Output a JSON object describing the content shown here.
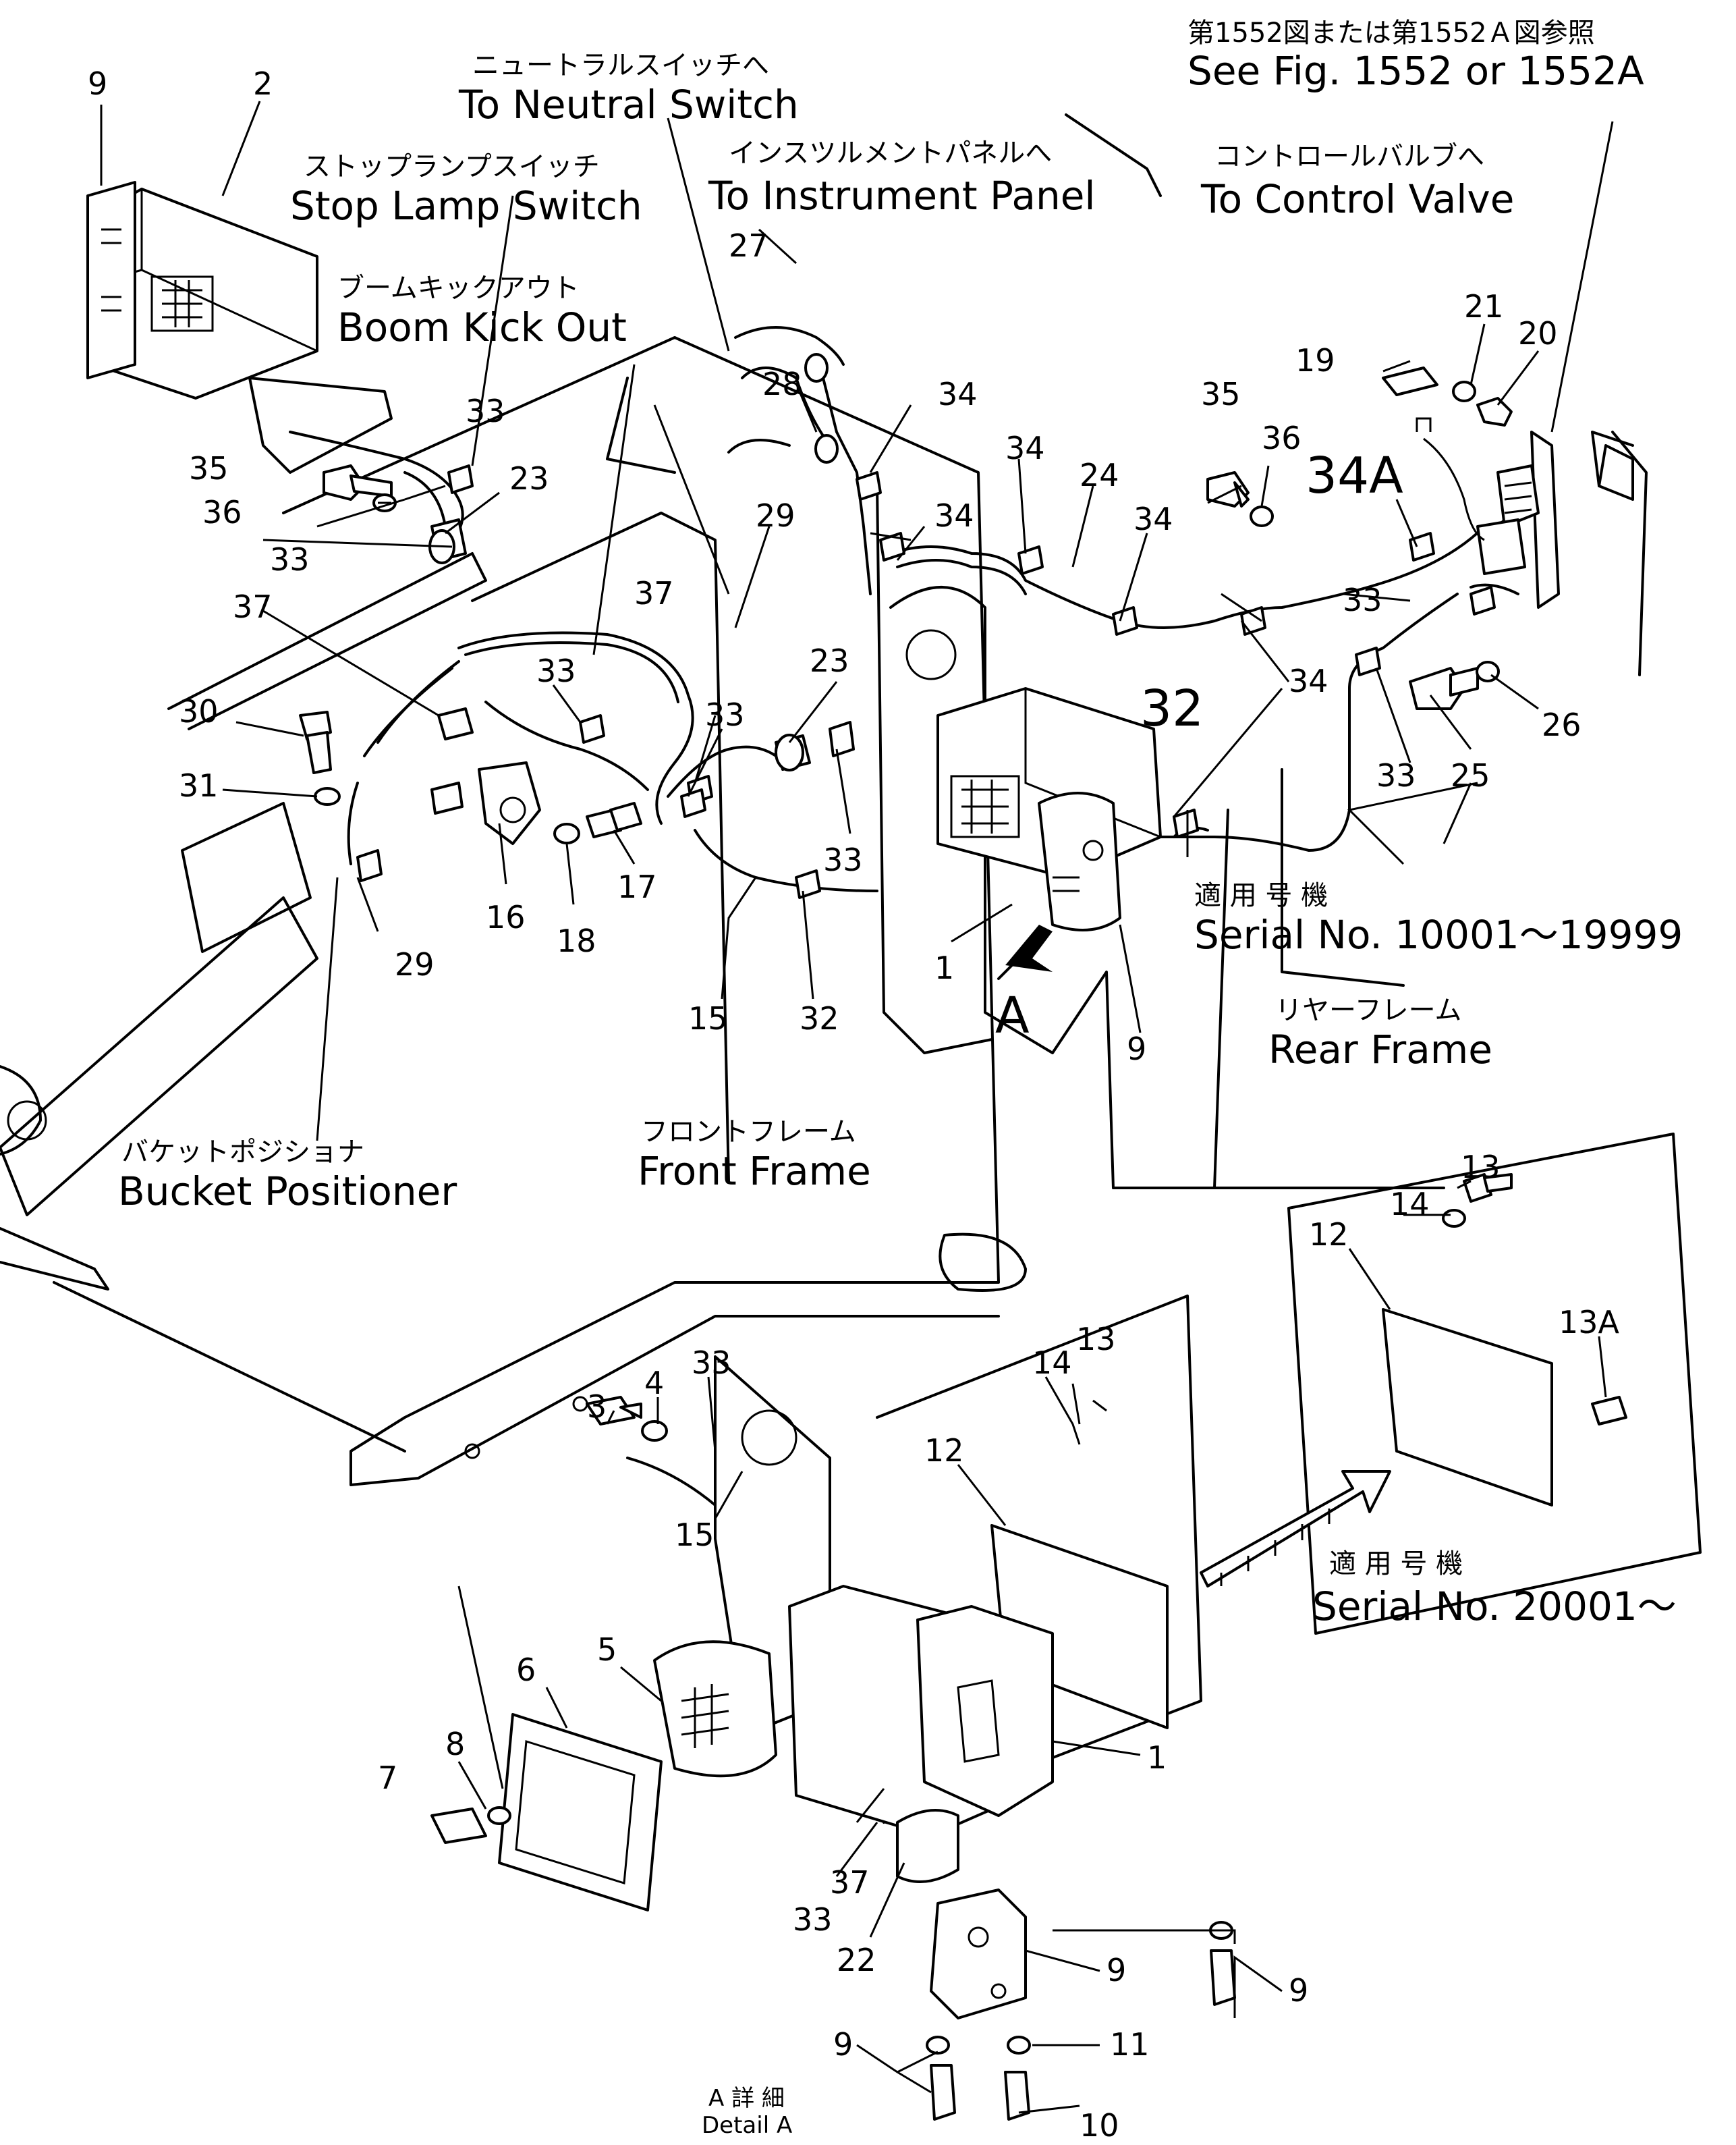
{
  "annotations": {
    "see_fig_jp": "第1552図または第1552Ａ図参照",
    "see_fig_en": "See  Fig.  1552  or  1552A",
    "neutral_jp": "ニュートラルスイッチへ",
    "neutral_en": "To Neutral Switch",
    "instrument_jp": "インスツルメントパネルへ",
    "instrument_en": "To Instrument Panel",
    "stop_lamp_jp": "ストップランプスイッチ",
    "stop_lamp_en": "Stop Lamp Switch",
    "control_valve_jp": "コントロールバルブへ",
    "control_valve_en": "To Control Valve",
    "boom_jp": "ブームキックアウト",
    "boom_en": "Boom Kick Out",
    "serial1_jp": "適 用 号 機",
    "serial1_en": "Serial No. 10001～19999",
    "rear_frame_jp": "リヤーフレーム",
    "rear_frame_en": "Rear Frame",
    "front_frame_jp": "フロントフレーム",
    "front_frame_en": "Front Frame",
    "bucket_jp": "バケットポジショナ",
    "bucket_en": "Bucket  Positioner",
    "serial2_jp": "適 用 号 機",
    "serial2_en": "Serial  No.  20001～",
    "detail_jp": "A 詳 細",
    "detail_en": "Detail  A",
    "view_arrow": "A"
  },
  "callouts": {
    "c9a": "9",
    "c2": "2",
    "c27": "27",
    "c28": "28",
    "c34a": "34",
    "c35a": "35",
    "c36a": "36",
    "c33a": "33",
    "c23a": "23",
    "c33b": "33",
    "c37a": "37",
    "c37b": "37",
    "c29a": "29",
    "c34b": "34",
    "c34c": "34",
    "c24": "24",
    "c34d": "34",
    "c35b": "35",
    "c36b": "36",
    "c34A": "34A",
    "c19": "19",
    "c21": "21",
    "c20": "20",
    "c33c": "33",
    "c32a": "32",
    "c34e": "34",
    "c26": "26",
    "c25": "25",
    "c33d": "33",
    "c30": "30",
    "c31": "31",
    "c33e": "33",
    "c33f": "33",
    "c23b": "23",
    "c33g": "33",
    "c16": "16",
    "c18": "18",
    "c17": "17",
    "c29b": "29",
    "c15a": "15",
    "c32b": "32",
    "c1a": "1",
    "c9b": "9",
    "c13a": "13",
    "c14a": "14",
    "c12a": "12",
    "c13Aa": "13A",
    "c3": "3",
    "c4": "4",
    "c33h": "33",
    "c12b": "12",
    "c14b": "14",
    "c13b": "13",
    "c15b": "15",
    "c6": "6",
    "c5": "5",
    "c8": "8",
    "c7": "7",
    "c1b": "1",
    "c37c": "37",
    "c33i": "33",
    "c22": "22",
    "c9c": "9",
    "c9d": "9",
    "c9e": "9",
    "c11": "11",
    "c10": "10"
  }
}
